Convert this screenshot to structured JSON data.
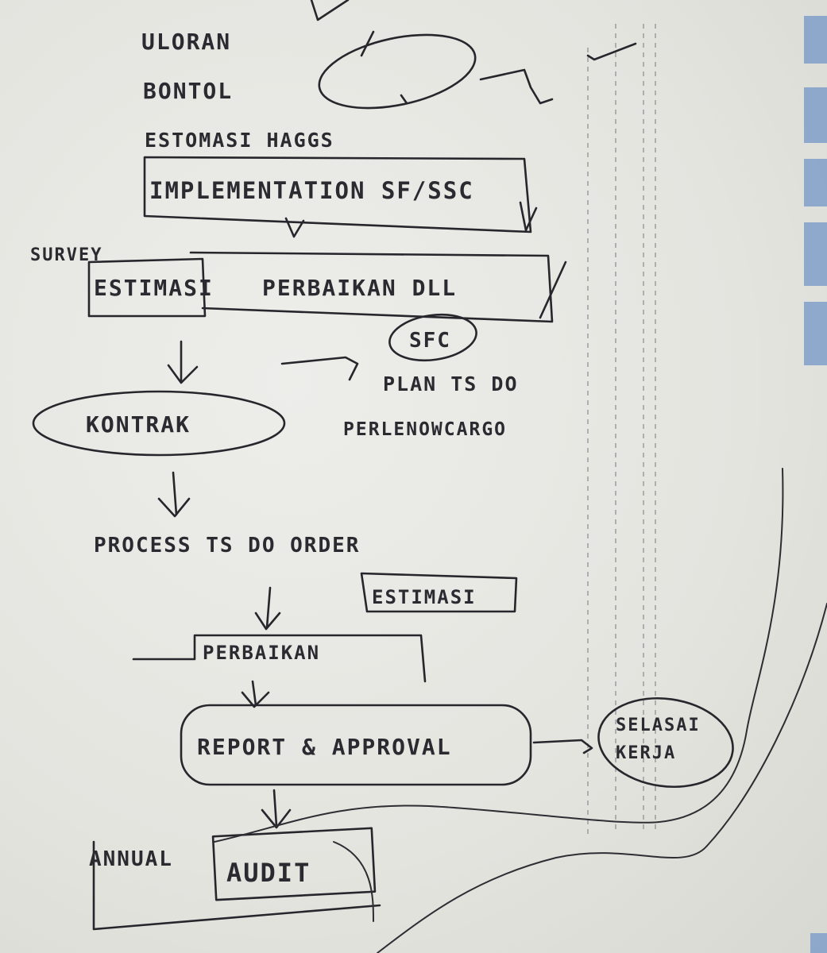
{
  "header_notes": [
    "ULORAN",
    "BONTOL",
    "ESTOMASI HAGGS"
  ],
  "nodes": {
    "implementation": "IMPLEMENTATION SF/SSC",
    "survey": "SURVEY",
    "estimasi_top": "ESTIMASI",
    "perbaikan": "PERBAIKAN DLL",
    "sfc": "SFC",
    "plan": [
      "PLAN TS DO",
      "PERLENOWCARGO"
    ],
    "kontrak": "KONTRAK",
    "process": "PROCESS TS DO ORDER",
    "estimasi_bottom": "ESTIMASI",
    "perbaikan_bottom": "PERBAIKAN",
    "report": "REPORT & APPROVAL",
    "selasai": [
      "SELASAI",
      "KERJA"
    ],
    "annual": "ANNUAL",
    "audit": "AUDIT"
  },
  "colors": {
    "ink": "#26262c",
    "paper": "#e6e6e1",
    "brand_print": "#7f9fc8"
  }
}
